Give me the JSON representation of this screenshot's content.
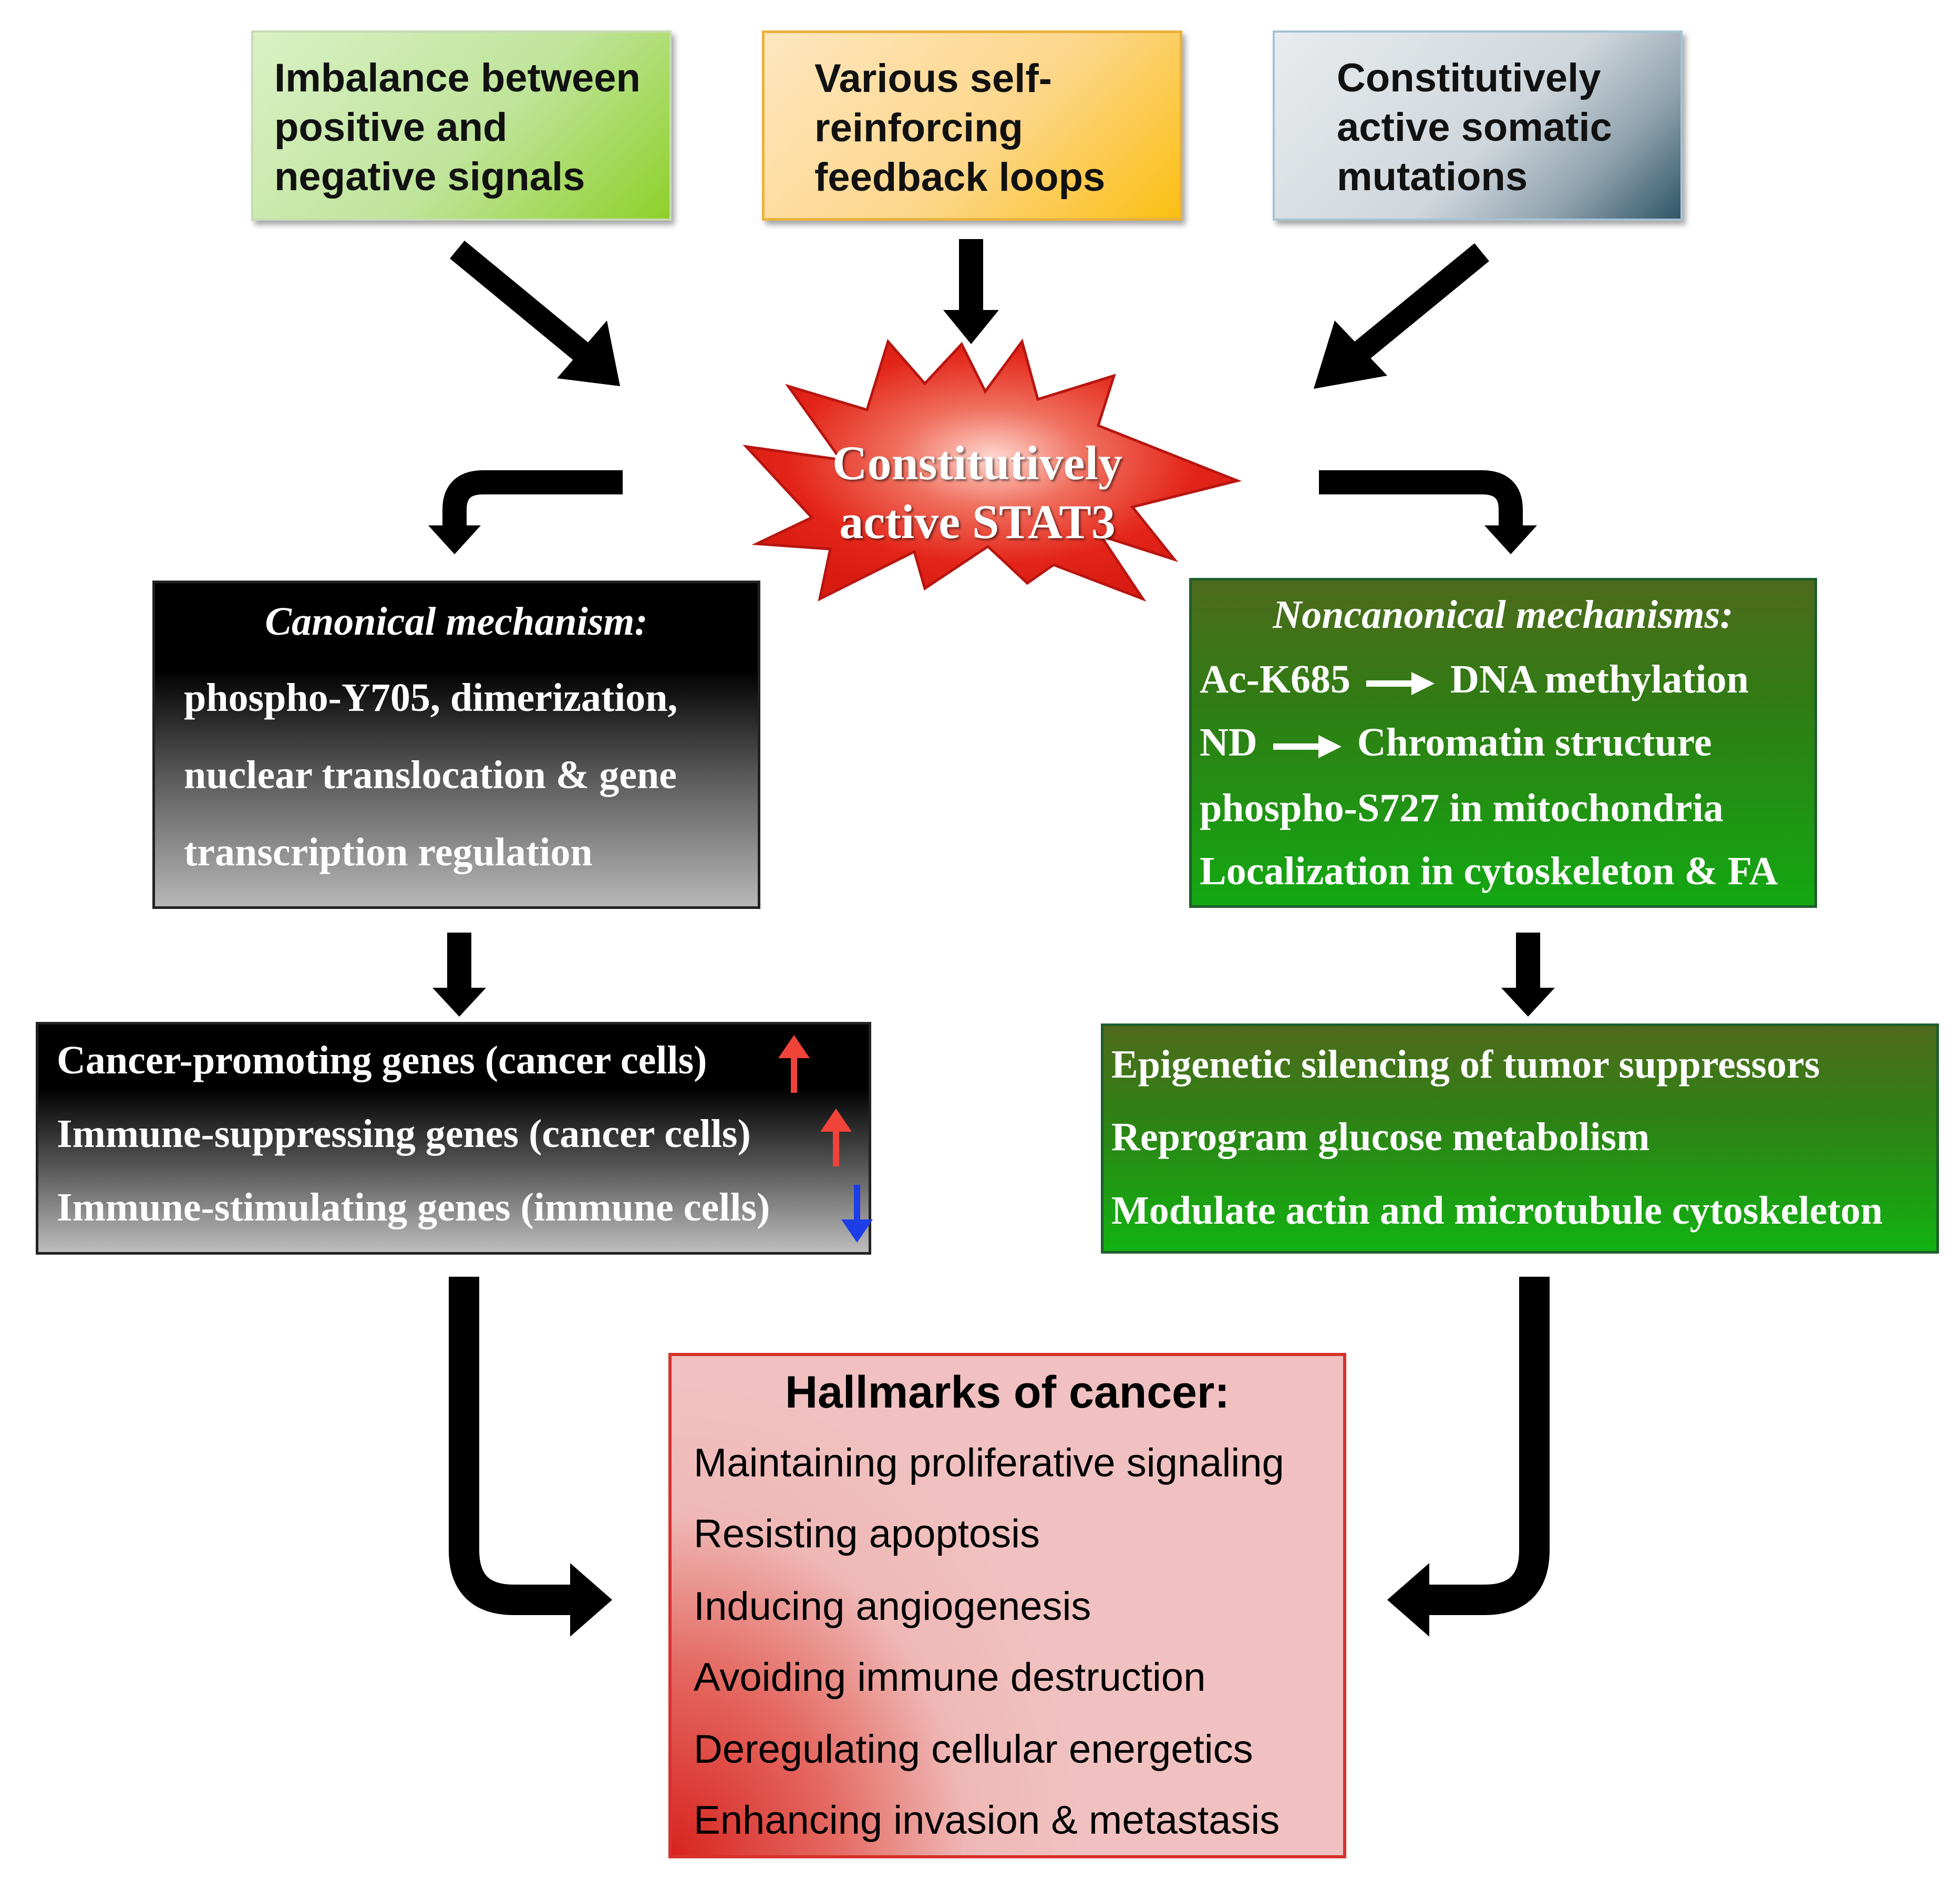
{
  "top_boxes": {
    "imbalance": [
      "Imbalance between",
      "positive and",
      "negative signals"
    ],
    "feedback": [
      "Various self-",
      "reinforcing",
      "feedback loops"
    ],
    "mutations": [
      "Constitutively",
      "active somatic",
      "mutations"
    ]
  },
  "center": {
    "line1": "Constitutively",
    "line2": "active STAT3"
  },
  "canonical": {
    "title": "Canonical mechanism:",
    "lines": [
      "phospho-Y705, dimerization,",
      "nuclear translocation &  gene",
      "transcription regulation"
    ]
  },
  "noncanonical": {
    "title": "Noncanonical mechanisms:",
    "rows": [
      {
        "left": "Ac-K685",
        "right": "DNA methylation"
      },
      {
        "left": "ND",
        "right": "Chromatin structure"
      }
    ],
    "lines": [
      "phospho-S727 in mitochondria",
      "Localization in cytoskeleton & FA"
    ]
  },
  "genes": {
    "items": [
      {
        "text": "Cancer-promoting genes (cancer cells)",
        "direction": "up",
        "color": "#f0433a"
      },
      {
        "text": "Immune-suppressing genes (cancer cells)",
        "direction": "up",
        "color": "#f0433a"
      },
      {
        "text": "Immune-stimulating genes (immune cells)",
        "direction": "down",
        "color": "#1c3de8"
      }
    ]
  },
  "epigenetic": {
    "items": [
      "Epigenetic silencing of tumor suppressors",
      "Reprogram glucose metabolism",
      "Modulate actin and microtubule cytoskeleton"
    ]
  },
  "hallmarks": {
    "title": "Hallmarks of cancer:",
    "items": [
      "Maintaining proliferative signaling",
      "Resisting apoptosis",
      "Inducing angiogenesis",
      "Avoiding immune destruction",
      "Deregulating cellular energetics",
      "Enhancing invasion & metastasis"
    ]
  },
  "colors": {
    "burst": "#e32519",
    "arrow": "#000000",
    "up_arrow": "#f0433a",
    "down_arrow": "#1c3de8"
  }
}
